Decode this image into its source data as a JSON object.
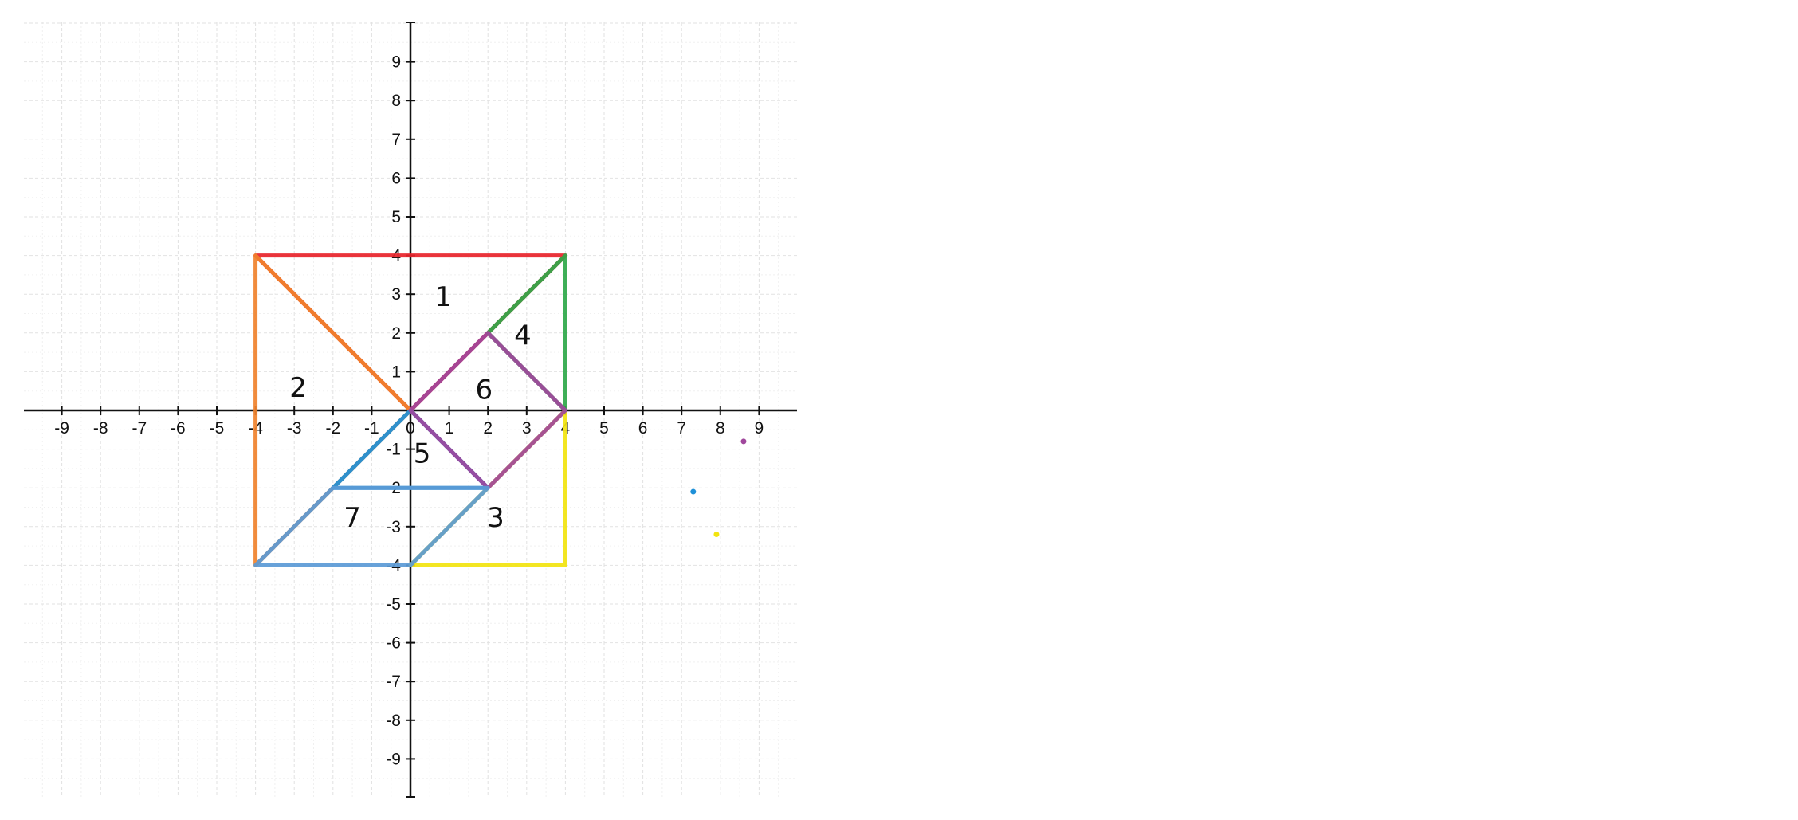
{
  "chart_data": {
    "type": "scatter",
    "title": "",
    "xlabel": "",
    "ylabel": "",
    "xlim": [
      -10,
      10
    ],
    "ylim": [
      -10,
      10
    ],
    "grid": true,
    "x_tick_labels": [
      "-9",
      "-8",
      "-7",
      "-6",
      "-5",
      "-4",
      "-3",
      "-2",
      "-1",
      "0",
      "1",
      "2",
      "3",
      "4",
      "5",
      "6",
      "7",
      "8",
      "9"
    ],
    "y_tick_labels": [
      "9",
      "8",
      "7",
      "6",
      "5",
      "4",
      "3",
      "2",
      "1",
      "-1",
      "-2",
      "-3",
      "-4",
      "-5",
      "-6",
      "-7",
      "-8",
      "-9"
    ],
    "shapes": [
      {
        "label": "1",
        "color": "#e8232a",
        "points": [
          [
            -4,
            4
          ],
          [
            4,
            4
          ],
          [
            0,
            0
          ]
        ]
      },
      {
        "label": "2",
        "color": "#f0822d",
        "points": [
          [
            -4,
            4
          ],
          [
            -4,
            -4
          ],
          [
            0,
            0
          ]
        ]
      },
      {
        "label": "3",
        "color": "#f2e40f",
        "points": [
          [
            4,
            0
          ],
          [
            4,
            -4
          ],
          [
            0,
            -4
          ]
        ]
      },
      {
        "label": "4",
        "color": "#2fa84a",
        "points": [
          [
            4,
            4
          ],
          [
            4,
            0
          ],
          [
            2,
            2
          ]
        ]
      },
      {
        "label": "5",
        "color": "#1e90d8",
        "points": [
          [
            0,
            0
          ],
          [
            2,
            -2
          ],
          [
            -2,
            -2
          ]
        ]
      },
      {
        "label": "6",
        "color": "#a0479c",
        "points": [
          [
            0,
            0
          ],
          [
            2,
            2
          ],
          [
            4,
            0
          ],
          [
            2,
            -2
          ]
        ]
      },
      {
        "label": "7",
        "color": "#5b9ad6",
        "points": [
          [
            -2,
            -2
          ],
          [
            2,
            -2
          ],
          [
            0,
            -4
          ],
          [
            -4,
            -4
          ]
        ]
      }
    ],
    "stray_points": [
      {
        "x": 8.6,
        "y": -0.8,
        "color": "#a0479c"
      },
      {
        "x": 7.3,
        "y": -2.1,
        "color": "#1e90d8"
      },
      {
        "x": 7.9,
        "y": -3.2,
        "color": "#f2e40f"
      }
    ],
    "hand_labels": [
      {
        "text": "1",
        "x": 0.85,
        "y": 2.7
      },
      {
        "text": "2",
        "x": -2.9,
        "y": 0.35
      },
      {
        "text": "3",
        "x": 2.2,
        "y": -3.0
      },
      {
        "text": "4",
        "x": 2.9,
        "y": 1.7
      },
      {
        "text": "5",
        "x": 0.3,
        "y": -1.35
      },
      {
        "text": "6",
        "x": 1.9,
        "y": 0.3
      },
      {
        "text": "7",
        "x": -1.5,
        "y": -3.0
      }
    ]
  }
}
